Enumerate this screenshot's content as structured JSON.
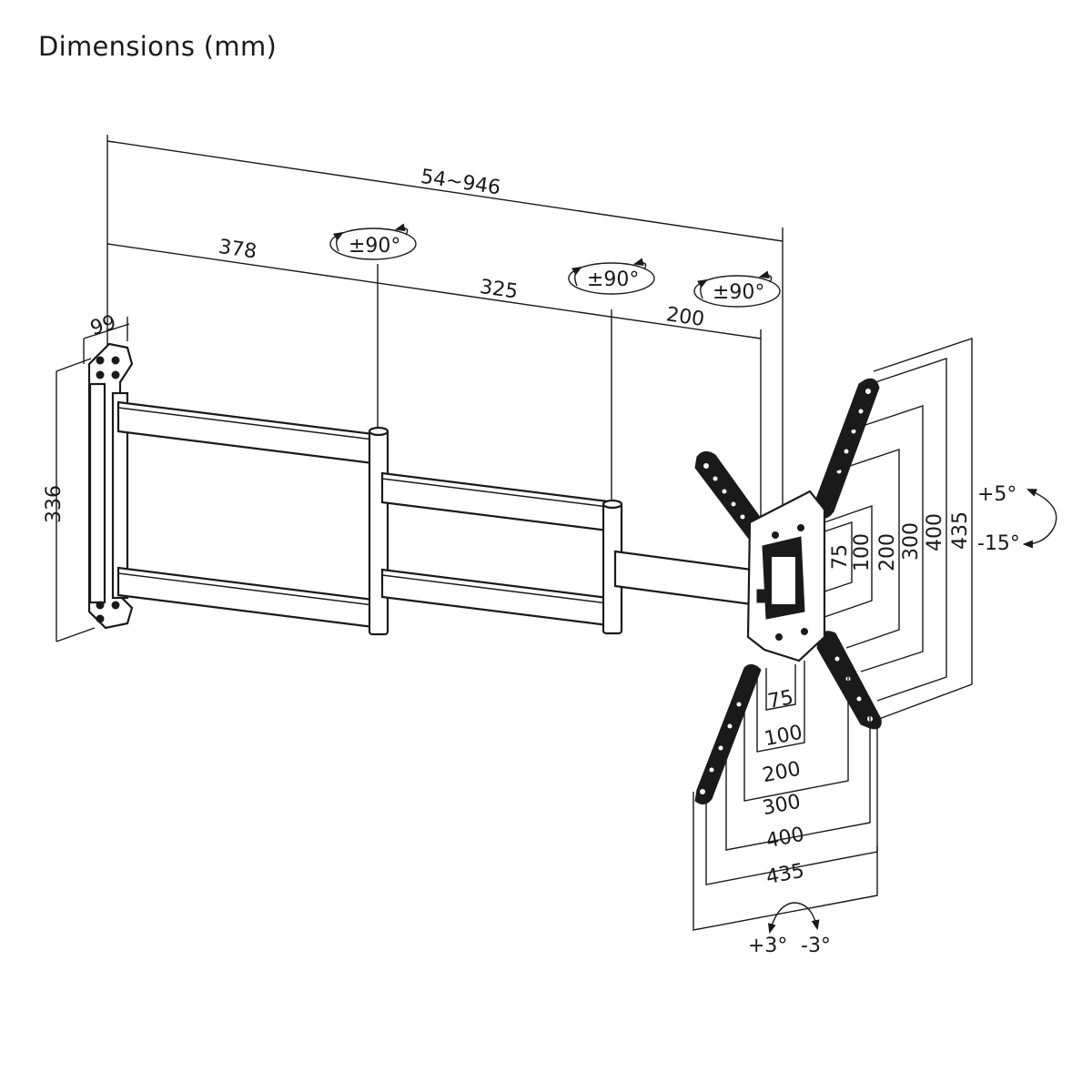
{
  "title": "Dimensions (mm)",
  "extension": {
    "range": "54~946",
    "arm1": "378",
    "arm2": "325",
    "arm3": "200"
  },
  "swivel": {
    "joint1": "±90°",
    "joint2": "±90°",
    "joint3": "±90°"
  },
  "wall_plate": {
    "depth": "99",
    "height": "336"
  },
  "vesa_vertical": [
    "75",
    "100",
    "200",
    "300",
    "400",
    "435"
  ],
  "vesa_horizontal": [
    "75",
    "100",
    "200",
    "300",
    "400",
    "435"
  ],
  "tilt": {
    "up": "+5°",
    "down": "-15°"
  },
  "rotation": {
    "plus": "+3°",
    "minus": "-3°"
  }
}
